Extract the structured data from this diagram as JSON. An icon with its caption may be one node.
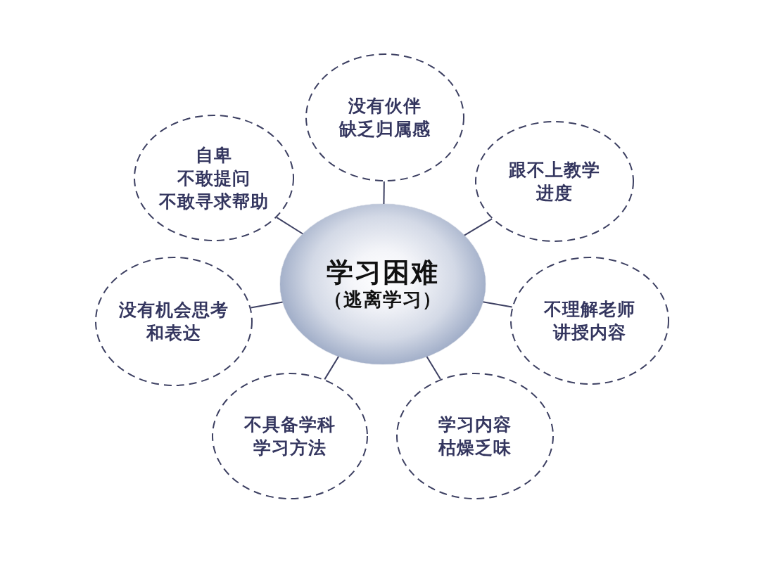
{
  "diagram": {
    "nodes": [
      {
        "text": [
          "学习困难",
          "（逃离学习）"
        ]
      },
      {
        "text": [
          "没有伙伴缺乏归属感"
        ]
      },
      {
        "text": [
          "自卑不敢提问不敢寻求帮助"
        ]
      },
      {
        "text": [
          "跟不上教学进度"
        ]
      },
      {
        "text": [
          "没有机会思考和表达"
        ]
      },
      {
        "text": [
          "不理解老师讲授内容"
        ]
      },
      {
        "text": [
          "不具备学科学习方法"
        ]
      },
      {
        "text": [
          "学习内容枯燥乏味"
        ]
      }
    ],
    "edges": [
      {
        "from": 0,
        "to": 1,
        "arrow": "none"
      },
      {
        "from": 0,
        "to": 2,
        "arrow": "none"
      },
      {
        "from": 0,
        "to": 3,
        "arrow": "none"
      },
      {
        "from": 0,
        "to": 4,
        "arrow": "none"
      },
      {
        "from": 0,
        "to": 5,
        "arrow": "none"
      },
      {
        "from": 0,
        "to": 6,
        "arrow": "none"
      },
      {
        "from": 0,
        "to": 7,
        "arrow": "none"
      }
    ]
  }
}
